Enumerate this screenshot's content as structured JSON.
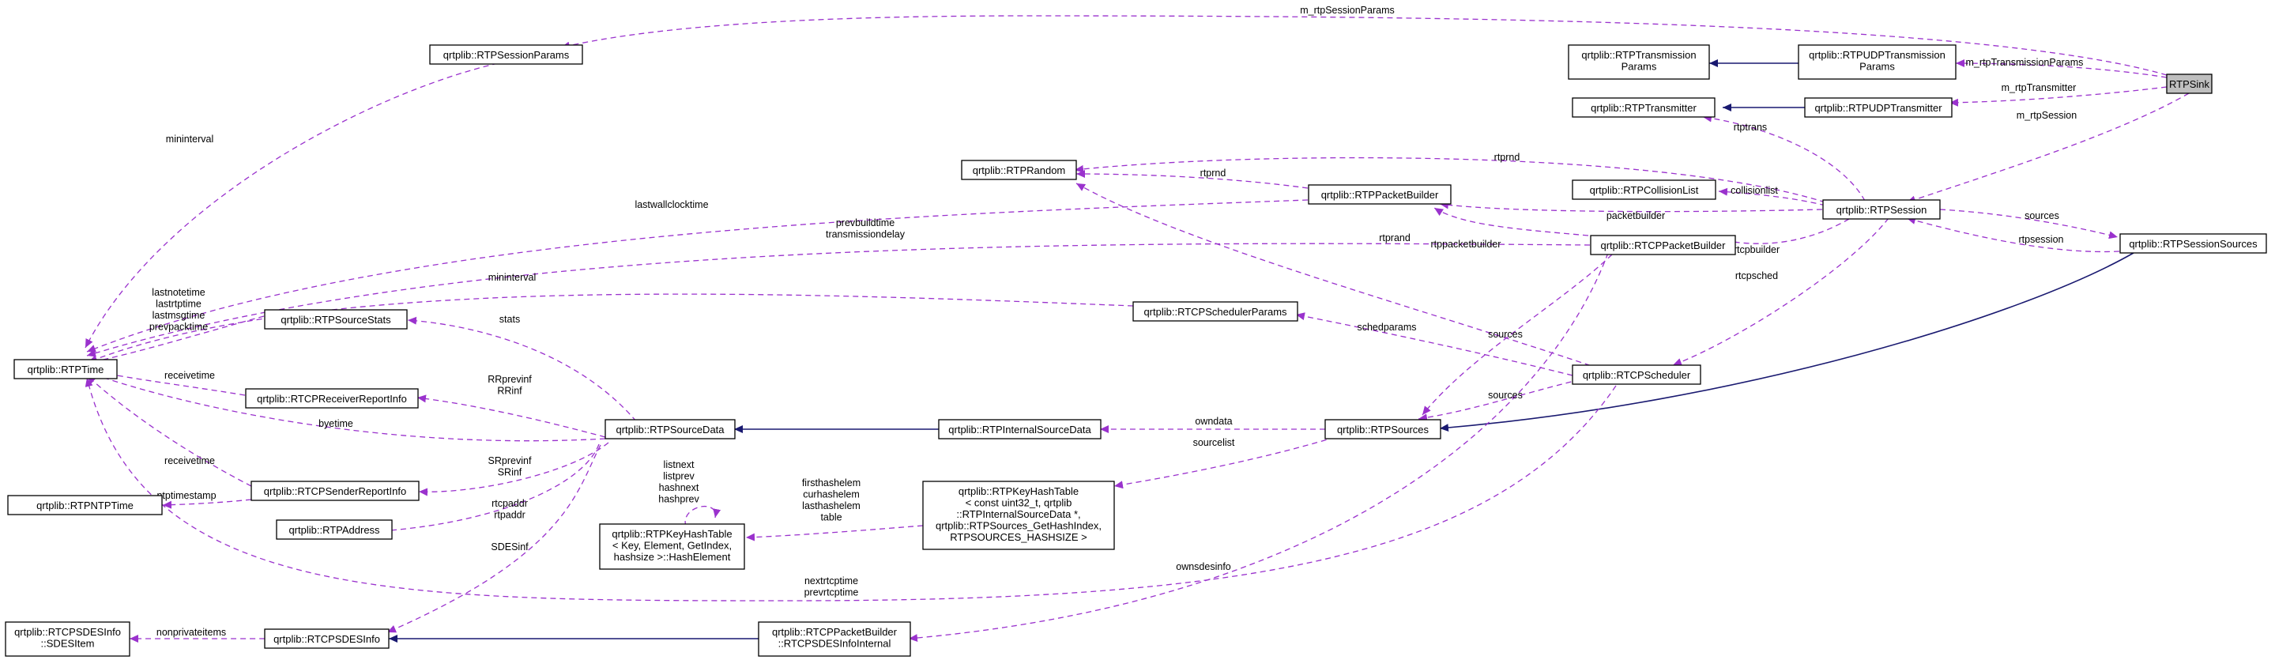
{
  "colors": {
    "usage_edge": "#9a32cd",
    "inherit_edge": "#191970",
    "highlight_node": "#bfbfbf"
  },
  "nodes": {
    "rtpsink": [
      "RTPSink"
    ],
    "rtpsessionparams": [
      "qrtplib::RTPSessionParams"
    ],
    "rtptransmissionparams": [
      "qrtplib::RTPTransmission",
      "Params"
    ],
    "rtpudptransmissionparams": [
      "qrtplib::RTPUDPTransmission",
      "Params"
    ],
    "rtptransmitter": [
      "qrtplib::RTPTransmitter"
    ],
    "rtpudptransmitter": [
      "qrtplib::RTPUDPTransmitter"
    ],
    "rtprandom": [
      "qrtplib::RTPRandom"
    ],
    "rtpcollisionlist": [
      "qrtplib::RTPCollisionList"
    ],
    "rtppacketbuilder": [
      "qrtplib::RTPPacketBuilder"
    ],
    "rtpsession": [
      "qrtplib::RTPSession"
    ],
    "rtpsessionsources": [
      "qrtplib::RTPSessionSources"
    ],
    "rtcppacketbuilder": [
      "qrtplib::RTCPPacketBuilder"
    ],
    "rtptime": [
      "qrtplib::RTPTime"
    ],
    "rtpsourcestats": [
      "qrtplib::RTPSourceStats"
    ],
    "rtcpschedulerparams": [
      "qrtplib::RTCPSchedulerParams"
    ],
    "rtcpscheduler": [
      "qrtplib::RTCPScheduler"
    ],
    "rtcpreceiverreportinfo": [
      "qrtplib::RTCPReceiverReportInfo"
    ],
    "rtpsourcedata": [
      "qrtplib::RTPSourceData"
    ],
    "rtpinternalsourcedata": [
      "qrtplib::RTPInternalSourceData"
    ],
    "rtpsources": [
      "qrtplib::RTPSources"
    ],
    "rtcpsenderreportinfo": [
      "qrtplib::RTCPSenderReportInfo"
    ],
    "rtpntptime": [
      "qrtplib::RTPNTPTime"
    ],
    "rtpkeyhashtable_big": [
      "qrtplib::RTPKeyHashTable",
      "< const uint32_t, qrtplib",
      "::RTPInternalSourceData *,",
      "qrtplib::RTPSources_GetHashIndex,",
      "RTPSOURCES_HASHSIZE >"
    ],
    "rtpaddress": [
      "qrtplib::RTPAddress"
    ],
    "hashelement": [
      "qrtplib::RTPKeyHashTable",
      "< Key, Element, GetIndex,",
      "hashsize >::HashElement"
    ],
    "sdesitem": [
      "qrtplib::RTCPSDESInfo",
      "::SDESItem"
    ],
    "rtcpsdesinfo": [
      "qrtplib::RTCPSDESInfo"
    ],
    "sdesinfointernal": [
      "qrtplib::RTCPPacketBuilder",
      "::RTCPSDESInfoInternal"
    ]
  },
  "edge_labels": {
    "m_rtpsessionparams": [
      "m_rtpSessionParams"
    ],
    "m_rtptransmissionparams": [
      "m_rtpTransmissionParams"
    ],
    "m_rtptransmitter": [
      "m_rtpTransmitter"
    ],
    "m_rtpsession": [
      "m_rtpSession"
    ],
    "mininterval_top": [
      "mininterval"
    ],
    "rtptrans": [
      "rtptrans"
    ],
    "rtprnd_session": [
      "rtprnd"
    ],
    "rtprnd_pb": [
      "rtprnd"
    ],
    "collisionlist": [
      "collisionlist"
    ],
    "lastwallclocktime": [
      "lastwallclocktime"
    ],
    "packetbuilder": [
      "packetbuilder"
    ],
    "sources_session": [
      "sources"
    ],
    "rtpsession_back": [
      "rtpsession"
    ],
    "rtppacketbuilder": [
      "rtppacketbuilder"
    ],
    "rtcpbuilder": [
      "rtcpbuilder"
    ],
    "prevbuildtime": [
      "prevbuildtime",
      "transmissiondelay"
    ],
    "rtprand": [
      "rtprand"
    ],
    "rtcpsched": [
      "rtcpsched"
    ],
    "mininterval_mid": [
      "mininterval"
    ],
    "sources_pb": [
      "sources"
    ],
    "timestamps": [
      "lastnotetime",
      "lastrtptime",
      "lastmsgtime",
      "prevpacktime"
    ],
    "stats": [
      "stats"
    ],
    "schedparams": [
      "schedparams"
    ],
    "receivetime_rr": [
      "receivetime"
    ],
    "rrprevinf": [
      "RRprevinf",
      "RRinf"
    ],
    "sources_sched": [
      "sources"
    ],
    "byetime": [
      "byetime"
    ],
    "owndata": [
      "owndata"
    ],
    "receivetime_sr": [
      "receivetime"
    ],
    "srprevinf": [
      "SRprevinf",
      "SRinf"
    ],
    "sourcelist": [
      "sourcelist"
    ],
    "ntptimestamp": [
      "ntptimestamp"
    ],
    "listnext": [
      "listnext",
      "listprev",
      "hashnext",
      "hashprev"
    ],
    "rtcpaddr": [
      "rtcpaddr",
      "rtpaddr"
    ],
    "firsthashelem": [
      "firsthashelem",
      "curhashelem",
      "lasthashelem",
      "table"
    ],
    "sdesinf": [
      "SDESinf"
    ],
    "ownsdesinfo": [
      "ownsdesinfo"
    ],
    "nextrtcptime": [
      "nextrtcptime",
      "prevrtcptime"
    ],
    "nonprivateitems": [
      "nonprivateitems"
    ]
  }
}
